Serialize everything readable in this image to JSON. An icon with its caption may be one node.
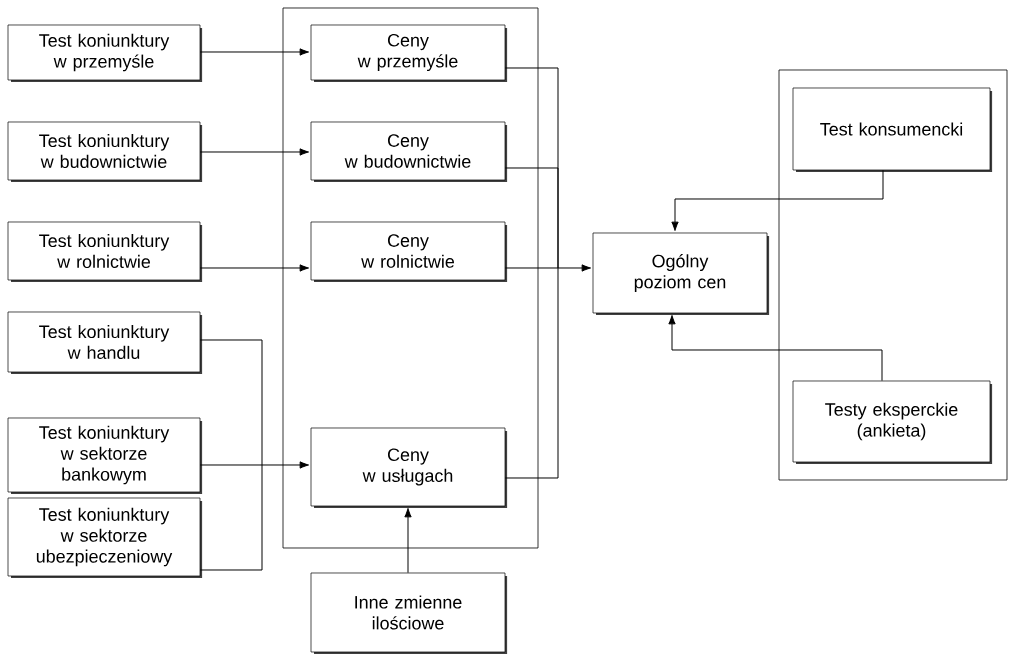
{
  "diagram": {
    "nodes": [
      {
        "text": [
          "Test koniunktury w przemyśle"
        ]
      },
      {
        "text": [
          "Test koniunktury w budownictwie"
        ]
      },
      {
        "text": [
          "Test koniunktury w rolnictwie"
        ]
      },
      {
        "text": [
          "Test koniunktury w handlu"
        ]
      },
      {
        "text": [
          "Test koniunktury w sektorze bankowym"
        ]
      },
      {
        "text": [
          "Test koniunktury w sektorze ubezpieczeniowy"
        ]
      },
      {
        "text": [],
        "shape": "box"
      },
      {
        "text": [
          "Ceny w przemyśle"
        ],
        "in": 6
      },
      {
        "text": [
          "Ceny w budownictwie"
        ],
        "in": 6
      },
      {
        "text": [
          "Ceny w rolnictwie"
        ],
        "in": 6
      },
      {
        "text": [
          "Ceny w usługach"
        ],
        "in": 6
      },
      {
        "text": [
          "Inne zmienne ilościowe"
        ]
      },
      {
        "text": [
          "Ogólny poziom cen"
        ]
      },
      {
        "text": [],
        "shape": "box"
      },
      {
        "text": [
          "Test konsumencki"
        ],
        "in": 13
      },
      {
        "text": [
          "Testy eksperckie (ankieta)"
        ],
        "in": 13
      }
    ],
    "edges": [
      {
        "from": 0,
        "to": 7,
        "arrow": "to"
      },
      {
        "from": 1,
        "to": 8,
        "arrow": "to"
      },
      {
        "from": 2,
        "to": 9,
        "arrow": "to"
      },
      {
        "from": 3,
        "to": 10,
        "arrow": "to"
      },
      {
        "from": 4,
        "to": 10,
        "arrow": "to"
      },
      {
        "from": 5,
        "to": 10,
        "arrow": "to"
      },
      {
        "from": 11,
        "to": 10,
        "arrow": "to"
      },
      {
        "from": 7,
        "to": 12,
        "arrow": "to"
      },
      {
        "from": 8,
        "to": 12,
        "arrow": "to"
      },
      {
        "from": 9,
        "to": 12,
        "arrow": "to"
      },
      {
        "from": 10,
        "to": 12,
        "arrow": "to"
      },
      {
        "from": 14,
        "to": 12,
        "arrow": "to"
      },
      {
        "from": 15,
        "to": 12,
        "arrow": "to"
      }
    ]
  }
}
